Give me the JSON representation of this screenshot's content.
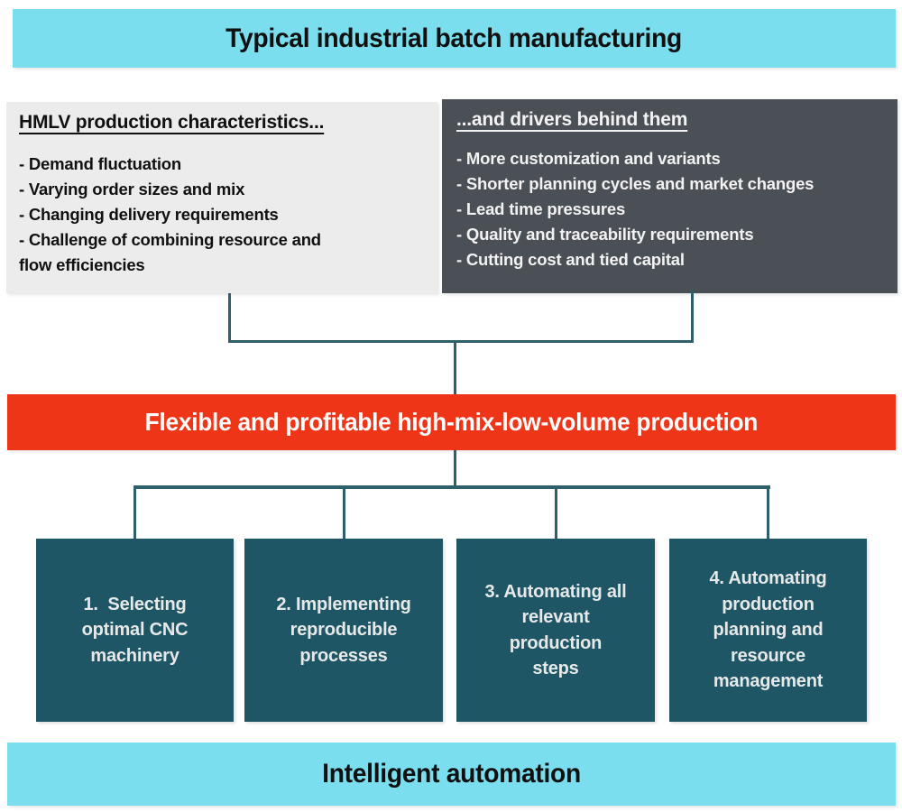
{
  "top_banner": {
    "label": "Typical industrial batch manufacturing"
  },
  "characteristics_box": {
    "title": "HMLV production characteristics...",
    "items": [
      "- Demand fluctuation",
      "- Varying order sizes and mix",
      "- Changing delivery requirements",
      "- Challenge of combining resource and\nflow efficiencies"
    ]
  },
  "drivers_box": {
    "title": "...and drivers behind them",
    "items": [
      "- More customization and variants",
      "- Shorter planning cycles and market changes",
      "- Lead time pressures",
      "- Quality and traceability requirements",
      "- Cutting cost and tied capital"
    ]
  },
  "middle_banner": {
    "label": "Flexible and profitable high-mix-low-volume production"
  },
  "solution_boxes": [
    {
      "label": "1.  Selecting\noptimal CNC\nmachinery"
    },
    {
      "label": "2. Implementing\nreproducible\nprocesses"
    },
    {
      "label": "3. Automating all\nrelevant\nproduction\nsteps"
    },
    {
      "label": "4. Automating\nproduction\nplanning and\nresource\nmanagement"
    }
  ],
  "bottom_banner": {
    "label": "Intelligent automation"
  },
  "colors": {
    "cyan_banner": "#7adeee",
    "red_banner": "#ee3517",
    "dark_panel": "#4b5056",
    "light_panel": "#ececec",
    "solution_box": "#1e5666",
    "connector_line": "#2e5f6b",
    "banner_text_dark": "#101010",
    "banner_text_light": "#fdfdfd"
  }
}
